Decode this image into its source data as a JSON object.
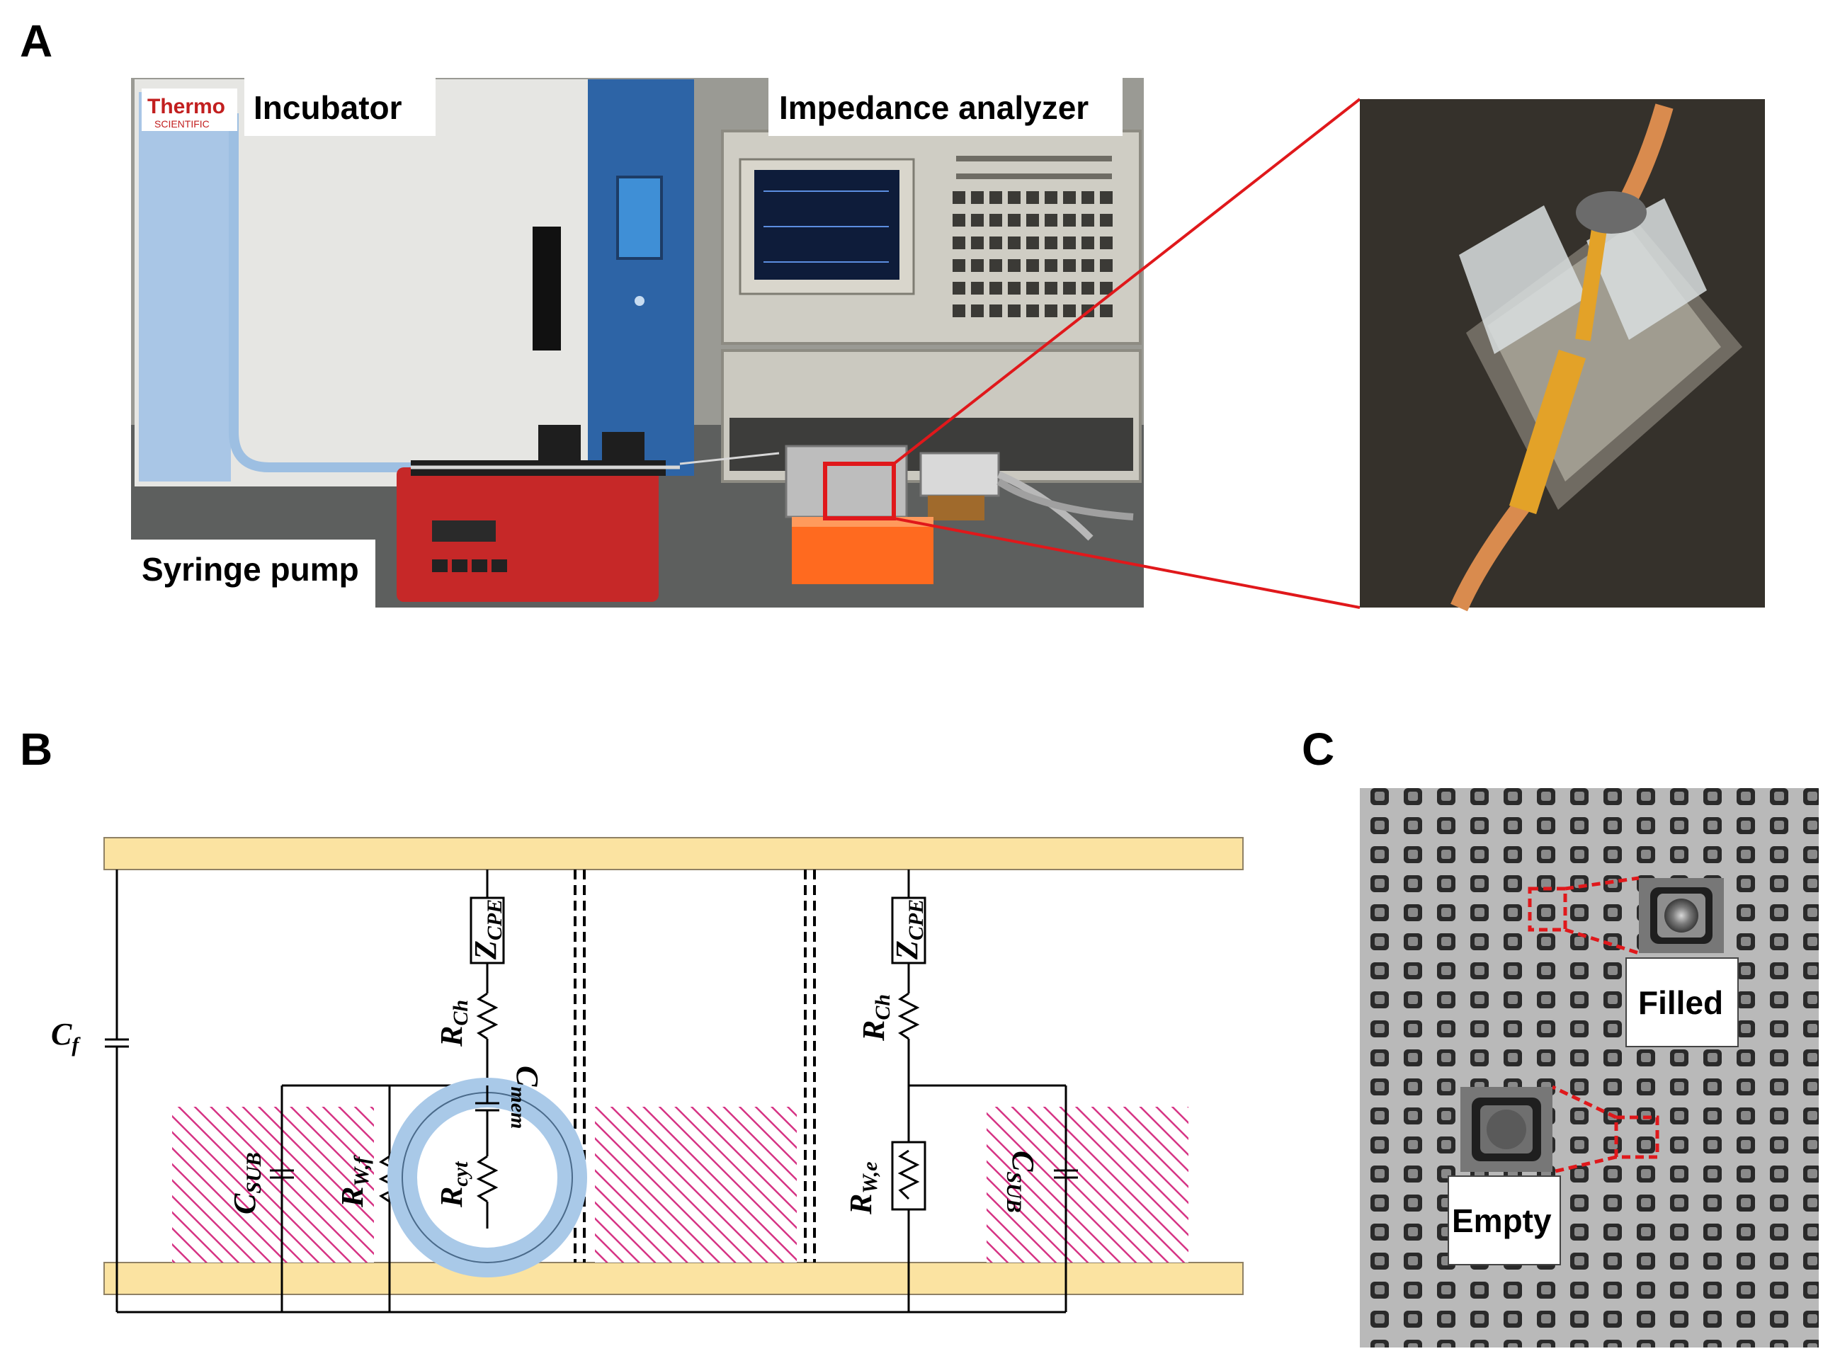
{
  "panels": {
    "a": {
      "letter": "A",
      "labels": {
        "incubator": "Incubator",
        "impedance": "Impedance analyzer",
        "syringe": "Syringe pump",
        "brand_top": "Thermo",
        "brand_bottom": "SCIENTIFIC"
      }
    },
    "b": {
      "letter": "B",
      "symbols": {
        "cf": {
          "main": "C",
          "sub": "f"
        },
        "zcpe_left": {
          "main": "Z",
          "sub": "CPE"
        },
        "zcpe_right": {
          "main": "Z",
          "sub": "CPE"
        },
        "rch_left": {
          "main": "R",
          "sub": "Ch"
        },
        "rch_right": {
          "main": "R",
          "sub": "Ch"
        },
        "cmem": {
          "main": "C",
          "sub": "mem"
        },
        "rcyt": {
          "main": "R",
          "sub": "cyt"
        },
        "rwf": {
          "main": "R",
          "sub": "W,f"
        },
        "rwe": {
          "main": "R",
          "sub": "W,e"
        },
        "csub_left": {
          "main": "C",
          "sub": "SUB"
        },
        "csub_right": {
          "main": "C",
          "sub": "SUB"
        }
      }
    },
    "c": {
      "letter": "C",
      "labels": {
        "filled": "Filled",
        "empty": "Empty"
      }
    }
  },
  "colors": {
    "electrode": "#fbe3a1",
    "hatch": "#d63384",
    "cell_ring": "#a9c9e8",
    "highlight": "#e0181b"
  }
}
